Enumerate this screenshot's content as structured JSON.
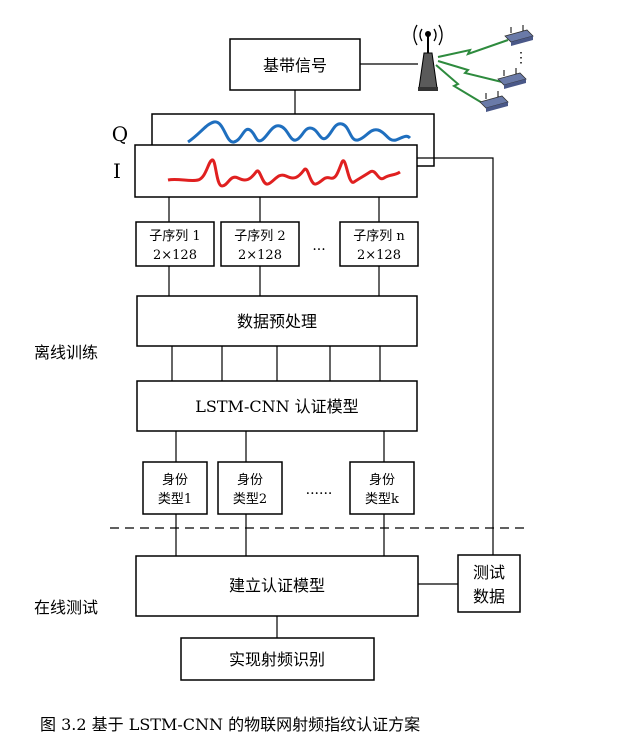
{
  "nodes": {
    "baseband": "基带信号",
    "q_label": "Q",
    "i_label": "I",
    "subseq": [
      {
        "line1": "子序列 1",
        "line2": "2×128"
      },
      {
        "line1": "子序列 2",
        "line2": "2×128"
      },
      {
        "line1": "子序列 n",
        "line2": "2×128"
      }
    ],
    "subseq_ellipsis": "...",
    "preprocess": "数据预处理",
    "model": "LSTM-CNN 认证模型",
    "identity": [
      {
        "line1": "身份",
        "line2": "类型1"
      },
      {
        "line1": "身份",
        "line2": "类型2"
      },
      {
        "line1": "身份",
        "line2": "类型k"
      }
    ],
    "identity_ellipsis": "......",
    "build_model": "建立认证模型",
    "test_data_line1": "测试",
    "test_data_line2": "数据",
    "realize": "实现射频识别",
    "device_dots": "⋮"
  },
  "phases": {
    "offline": "离线训练",
    "online": "在线测试"
  },
  "caption": "图 3.2  基于 LSTM-CNN 的物联网射频指纹认证方案",
  "colors": {
    "q_wave": "#1f6fbf",
    "i_wave": "#e02020",
    "lightning": "#2e8b3e",
    "device": "#6a7aa8"
  }
}
